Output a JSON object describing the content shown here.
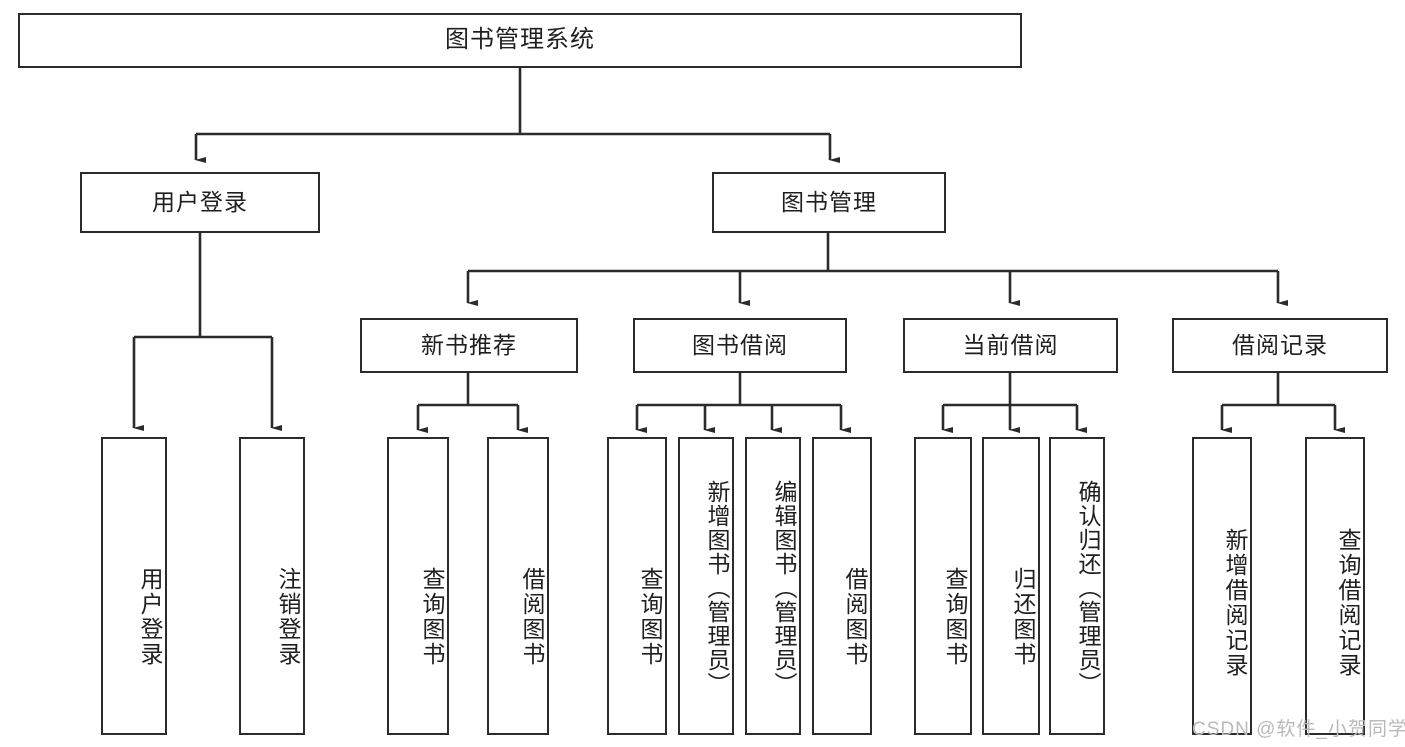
{
  "diagram": {
    "title": "图书管理系统",
    "type": "hierarchy-tree",
    "watermark": "CSDN @软件_小贺同学",
    "colors": {
      "stroke": "#2b2b2b",
      "fill": "#ffffff",
      "text": "#1f1f1f",
      "watermark": "#b9b9b9"
    },
    "nodes": {
      "root": {
        "label": "图书管理系统"
      },
      "level2": [
        {
          "id": "user-login",
          "label": "用户登录"
        },
        {
          "id": "book-manage",
          "label": "图书管理"
        }
      ],
      "level3": [
        {
          "id": "new-book-recommend",
          "label": "新书推荐"
        },
        {
          "id": "book-borrow",
          "label": "图书借阅"
        },
        {
          "id": "current-borrow",
          "label": "当前借阅"
        },
        {
          "id": "borrow-record",
          "label": "借阅记录"
        }
      ],
      "leaves": [
        {
          "id": "leaf-user-login",
          "label": "用户登录",
          "parent": "user-login"
        },
        {
          "id": "leaf-logout",
          "label": "注销登录",
          "parent": "user-login"
        },
        {
          "id": "leaf-query-book-1",
          "label": "查询图书",
          "parent": "new-book-recommend"
        },
        {
          "id": "leaf-borrow-book-1",
          "label": "借阅图书",
          "parent": "new-book-recommend"
        },
        {
          "id": "leaf-query-book-2",
          "label": "查询图书",
          "parent": "book-borrow"
        },
        {
          "id": "leaf-add-book",
          "label": "新增图书（管理员）",
          "parent": "book-borrow"
        },
        {
          "id": "leaf-edit-book",
          "label": "编辑图书（管理员）",
          "parent": "book-borrow"
        },
        {
          "id": "leaf-borrow-book-2",
          "label": "借阅图书",
          "parent": "book-borrow"
        },
        {
          "id": "leaf-query-book-3",
          "label": "查询图书",
          "parent": "current-borrow"
        },
        {
          "id": "leaf-return-book",
          "label": "归还图书",
          "parent": "current-borrow"
        },
        {
          "id": "leaf-confirm-return",
          "label": "确认归还（管理员）",
          "parent": "current-borrow"
        },
        {
          "id": "leaf-add-record",
          "label": "新增借阅记录",
          "parent": "borrow-record"
        },
        {
          "id": "leaf-query-record",
          "label": "查询借阅记录",
          "parent": "borrow-record"
        }
      ]
    }
  }
}
